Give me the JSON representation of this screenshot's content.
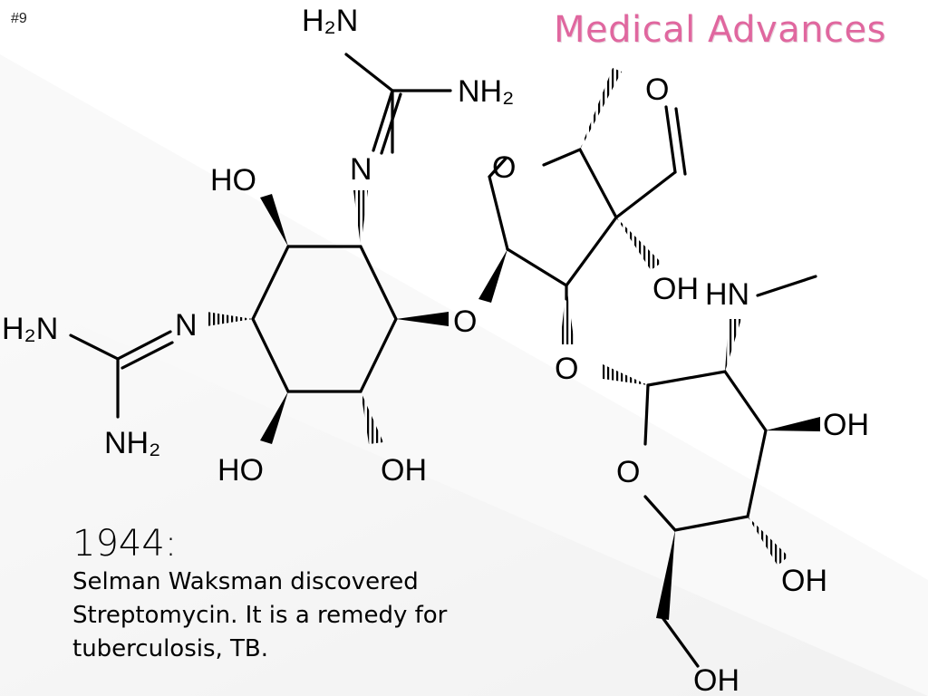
{
  "slide": {
    "number": "#9",
    "title": "Medical Advances"
  },
  "caption": {
    "year": "1944:",
    "description": "Selman Waksman discovered\nStreptomycin. It is a remedy for\ntuberculosis, TB."
  },
  "molecule": {
    "labels": {
      "top_h2n": "H₂N",
      "top_nh2": "NH₂",
      "top_n": "N",
      "ho_upper": "HO",
      "left_h2n": "H₂N",
      "left_n": "N",
      "left_nh2": "NH₂",
      "ring_o": "O",
      "ho_lower": "HO",
      "oh_lower": "OH",
      "furanose_o": "O",
      "aldehyde_o": "O",
      "oh_mid": "OH",
      "hn": "HN",
      "link_o": "O",
      "oh_right": "OH",
      "pyranose_o": "O",
      "oh_right_lower": "OH",
      "oh_bottom": "OH"
    }
  },
  "colors": {
    "title": "#e0679f",
    "text": "#000000",
    "background": "#ffffff"
  }
}
